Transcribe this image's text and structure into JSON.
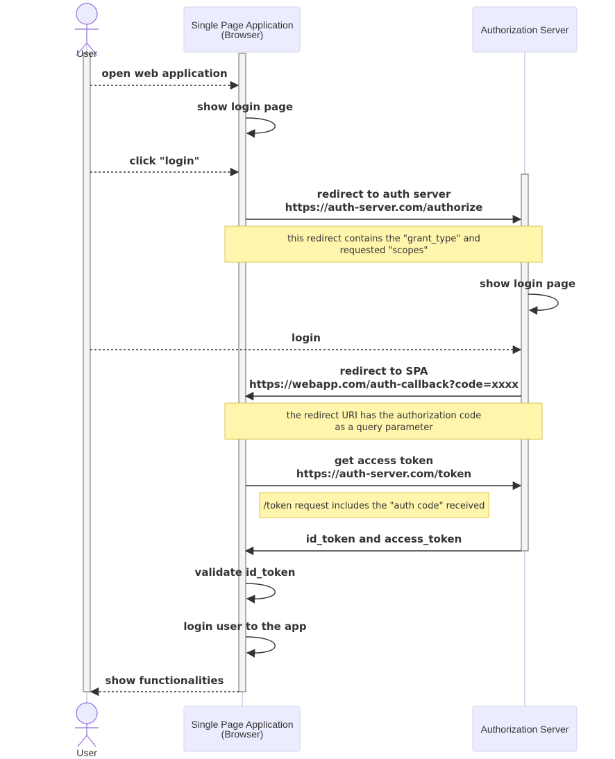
{
  "participants": {
    "user": "User",
    "spa_line1": "Single Page Application",
    "spa_line2": "(Browser)",
    "auth": "Authorization Server"
  },
  "messages": [
    {
      "id": "m1",
      "lines": [
        "open web application"
      ],
      "from": "user",
      "to": "spa",
      "style": "dotted"
    },
    {
      "id": "m2",
      "lines": [
        "show login page"
      ],
      "from": "spa",
      "to": "spa",
      "style": "solid"
    },
    {
      "id": "m3",
      "lines": [
        "click \"login\""
      ],
      "from": "user",
      "to": "spa",
      "style": "dotted"
    },
    {
      "id": "m4",
      "lines": [
        "redirect to auth server",
        "https://auth-server.com/authorize"
      ],
      "from": "spa",
      "to": "auth",
      "style": "solid"
    },
    {
      "id": "m5",
      "lines": [
        "show login page"
      ],
      "from": "auth",
      "to": "auth",
      "style": "solid"
    },
    {
      "id": "m6",
      "lines": [
        "login"
      ],
      "from": "user",
      "to": "auth",
      "style": "dotted"
    },
    {
      "id": "m7",
      "lines": [
        "redirect to SPA",
        "https://webapp.com/auth-callback?code=xxxx"
      ],
      "from": "auth",
      "to": "spa",
      "style": "solid"
    },
    {
      "id": "m8",
      "lines": [
        "get access token",
        "https://auth-server.com/token"
      ],
      "from": "spa",
      "to": "auth",
      "style": "solid"
    },
    {
      "id": "m9",
      "lines": [
        "id_token and access_token"
      ],
      "from": "auth",
      "to": "spa",
      "style": "solid"
    },
    {
      "id": "m10",
      "lines": [
        "validate id_token"
      ],
      "from": "spa",
      "to": "spa",
      "style": "solid"
    },
    {
      "id": "m11",
      "lines": [
        "login user to the app"
      ],
      "from": "spa",
      "to": "spa",
      "style": "solid"
    },
    {
      "id": "m12",
      "lines": [
        "show functionalities"
      ],
      "from": "spa",
      "to": "user",
      "style": "dotted"
    }
  ],
  "notes": [
    {
      "id": "n1",
      "lines": [
        "this redirect contains the \"grant_type\" and",
        "requested \"scopes\""
      ]
    },
    {
      "id": "n2",
      "lines": [
        "the redirect URI has the authorization code",
        "as a query parameter"
      ]
    },
    {
      "id": "n3",
      "lines": [
        "/token request includes the \"auth code\" received"
      ]
    }
  ]
}
